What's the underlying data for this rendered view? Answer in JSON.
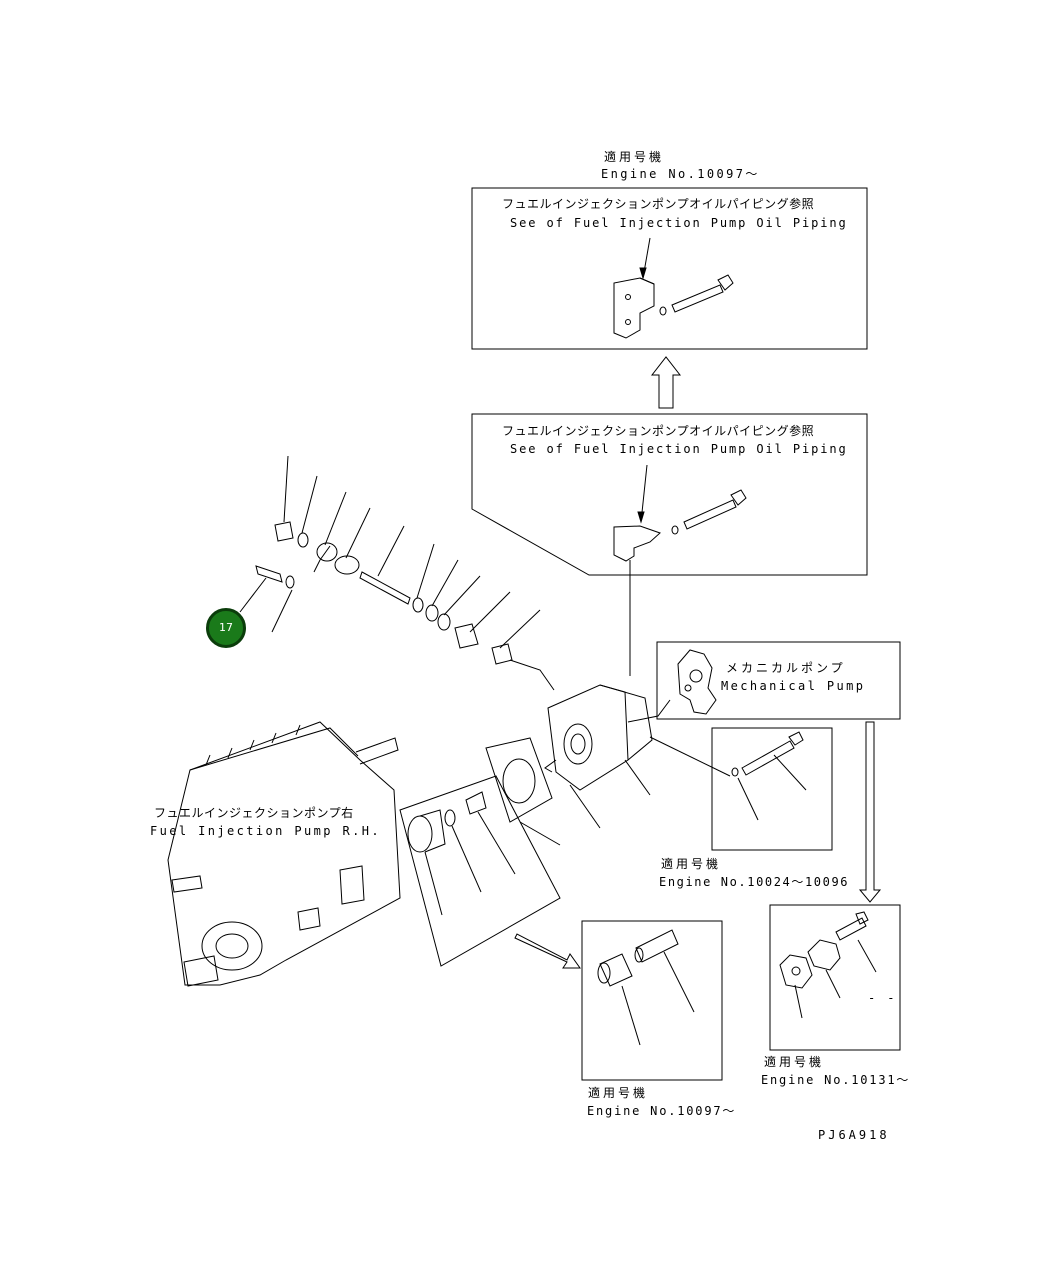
{
  "labels": {
    "top_applicable_jp": "適用号機",
    "top_engine_no": "Engine No.10097～",
    "box1_jp": "フュエルインジェクションポンプオイルパイピング参照",
    "box1_en": "See of Fuel Injection Pump Oil Piping",
    "box2_jp": "フュエルインジェクションポンプオイルパイピング参照",
    "box2_en": "See of Fuel Injection Pump Oil Piping",
    "mech_jp": "メカニカルポンプ",
    "mech_en": "Mechanical Pump",
    "pump_rh_jp": "フュエルインジェクションポンプ右",
    "pump_rh_en": "Fuel Injection Pump R.H.",
    "mid_applicable_jp": "適用号機",
    "mid_engine_no": "Engine No.10024～10096",
    "br_applicable_jp": "適用号機",
    "br_engine_no": "Engine No.10131～",
    "bm_applicable_jp": "適用号機",
    "bm_engine_no": "Engine No.10097～",
    "drawing_code": "PJ6A918",
    "dash_mark": "- -"
  },
  "callout": {
    "number": "17",
    "color": "#1a7a1a"
  }
}
